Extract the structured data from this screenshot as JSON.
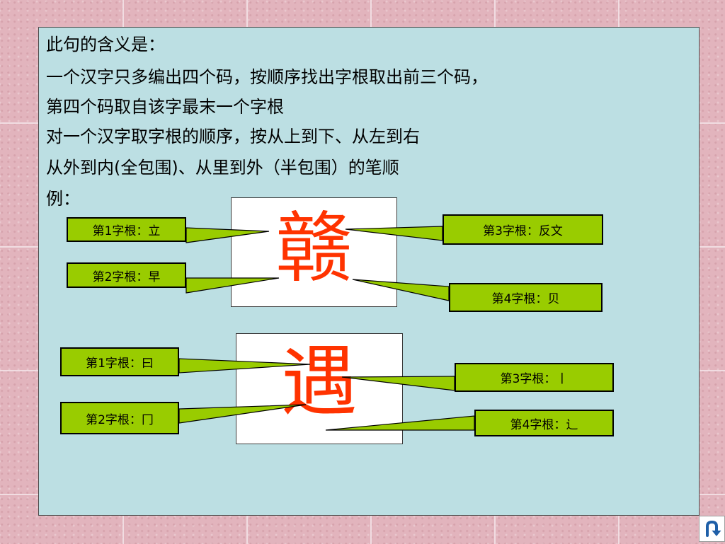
{
  "paragraphs": [
    "此句的含义是：",
    "一个汉字只多编出四个码，按顺序找出字根取出前三个码，",
    "第四个码取自该字最末一个字根",
    "对一个汉字取字根的顺序，按从上到下、从左到右",
    "从外到内(全包围)、从里到外（半包围）的笔顺",
    "例："
  ],
  "example1": {
    "character": "赣",
    "root1": "第1字根：立",
    "root2": "第2字根：早",
    "root3": "第3字根：反文",
    "root4": "第4字根：贝"
  },
  "example2": {
    "character": "遇",
    "root1": "第1字根：曰",
    "root2": "第2字根：冂",
    "root3": "第3字根：丨",
    "root4": "第4字根：辶"
  },
  "colors": {
    "panel_background": "#bcdfe3",
    "callout_fill": "#99cc00",
    "example_character": "#ff3300",
    "slide_background": "#e2b4bd"
  },
  "icons": {
    "back_button": "return-arrow-icon"
  }
}
